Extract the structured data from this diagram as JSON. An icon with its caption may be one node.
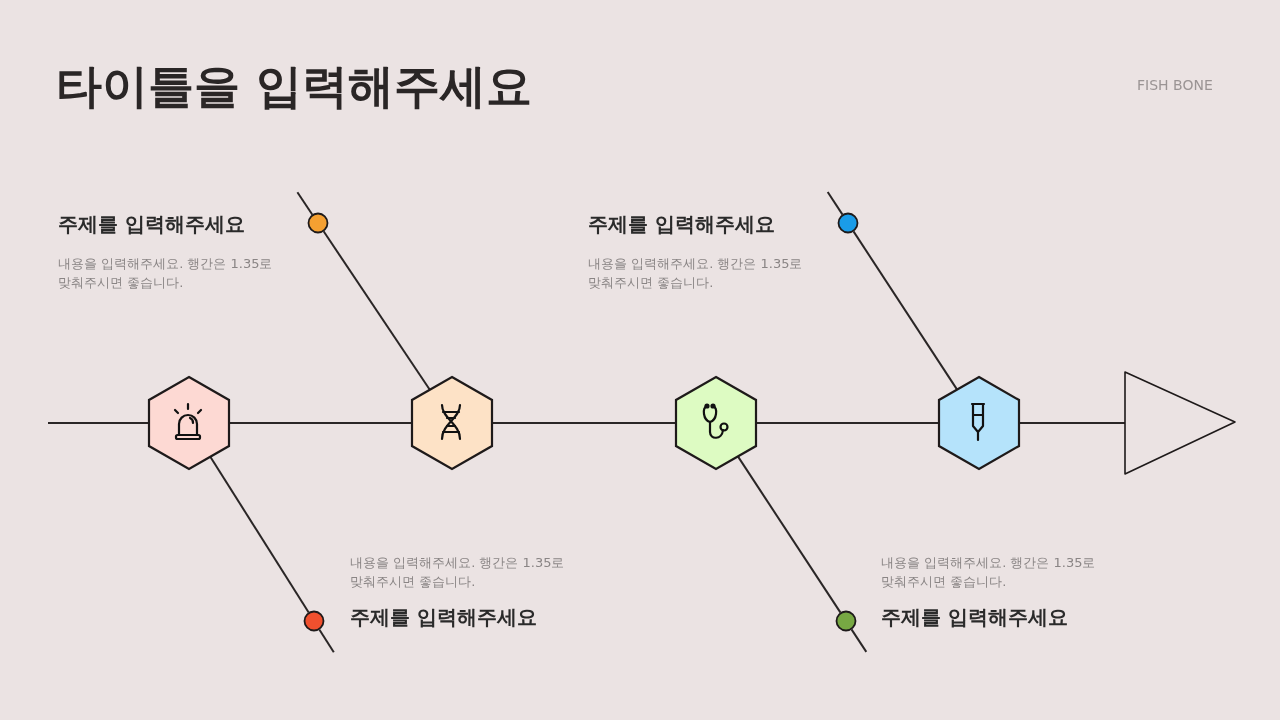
{
  "diagram": {
    "title": "타이틀을 입력해주세요",
    "nodes": [
      {
        "text": [],
        "shape": "hexagon"
      },
      {
        "text": [],
        "shape": "hexagon"
      },
      {
        "text": [],
        "shape": "hexagon"
      },
      {
        "text": [],
        "shape": "hexagon"
      },
      {
        "text": [],
        "shape": "triangle"
      },
      {
        "text": [],
        "shape": "circle"
      },
      {
        "text": [],
        "shape": "circle"
      },
      {
        "text": [],
        "shape": "circle"
      },
      {
        "text": [],
        "shape": "circle"
      }
    ],
    "edges": [
      {
        "from": null,
        "to": 0,
        "arrow": "none"
      },
      {
        "from": 0,
        "to": 1,
        "arrow": "none"
      },
      {
        "from": 1,
        "to": 2,
        "arrow": "none"
      },
      {
        "from": 2,
        "to": 3,
        "arrow": "none"
      },
      {
        "from": 3,
        "to": 4,
        "arrow": "none"
      },
      {
        "from": 5,
        "to": 1,
        "arrow": "none"
      },
      {
        "from": 0,
        "to": 6,
        "arrow": "none"
      },
      {
        "from": 7,
        "to": 3,
        "arrow": "none"
      },
      {
        "from": 2,
        "to": 8,
        "arrow": "none"
      }
    ],
    "labels": [
      "FISH BONE",
      "주제를 입력해주세요",
      "내용을 입력해주세요. 행간은 1.35로 맞춰주시면 좋습니다.",
      "주제를 입력해주세요",
      "내용을 입력해주세요. 행간은 1.35로 맞춰주시면 좋습니다.",
      "내용을 입력해주세요. 행간은 1.35로 맞춰주시면 좋습니다.",
      "주제를 입력해주세요",
      "내용을 입력해주세요. 행간은 1.35로 맞춰주시면 좋습니다.",
      "주제를 입력해주세요"
    ]
  }
}
